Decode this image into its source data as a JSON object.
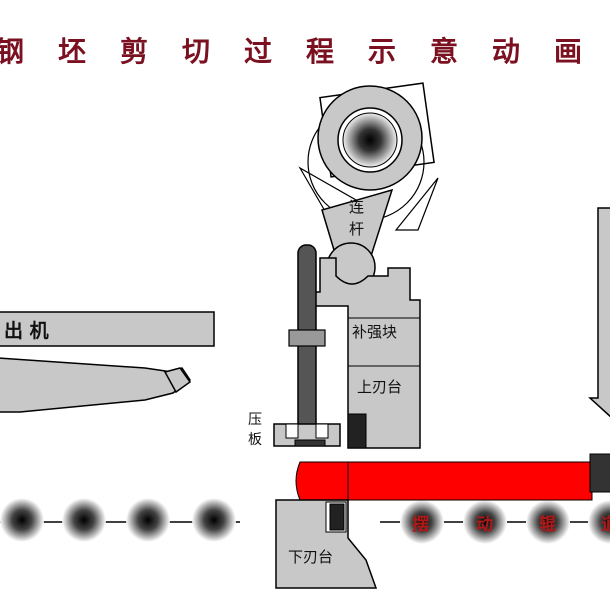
{
  "title": "钢坯剪切过程示意动画",
  "labels": {
    "outfeed": "出 机",
    "connecting_rod_line1": "连",
    "connecting_rod_line2": "杆",
    "reinforcement_block": "补强块",
    "upper_blade_seat": "上刃台",
    "press_plate_line1": "压",
    "press_plate_line2": "板",
    "lower_blade_seat": "下刃台",
    "roller_table_chars": [
      "摆",
      "动",
      "辊",
      "道"
    ]
  },
  "colors": {
    "title": "#7a1020",
    "machine_gray": "#c8c8c8",
    "billet_red": "#ff0000",
    "outline": "#000000",
    "roller_label": "#b01818"
  }
}
